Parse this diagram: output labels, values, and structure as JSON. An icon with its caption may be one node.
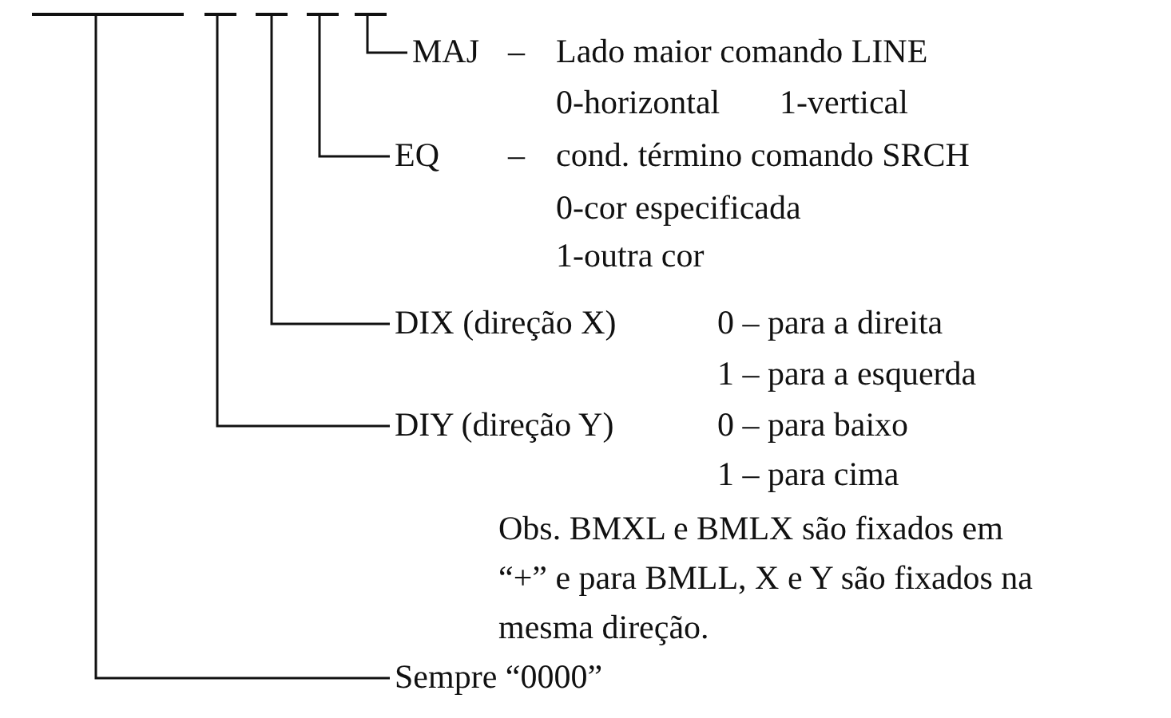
{
  "diagram": {
    "nodes": [
      {
        "text": [],
        "shape": "bar"
      },
      {
        "text": [],
        "shape": "bar"
      },
      {
        "text": [],
        "shape": "bar"
      },
      {
        "text": [],
        "shape": "bar"
      },
      {
        "text": [],
        "shape": "bar"
      },
      {
        "text": [
          "MAJ",
          "–",
          "Lado maior comando LINE",
          "0-horizontal",
          "1-vertical"
        ]
      },
      {
        "text": [
          "EQ",
          "–",
          "cond. término comando SRCH",
          "0-cor especificada",
          "1-outra cor"
        ]
      },
      {
        "text": [
          "DIX (direção X)",
          "0 – para a direita",
          "1 – para a esquerda"
        ]
      },
      {
        "text": [
          "DIY (direção Y)",
          "0 – para baixo",
          "1 – para cima"
        ]
      },
      {
        "text": [
          "Sempre “0000”"
        ]
      }
    ],
    "edges": [
      {
        "from": 4,
        "to": 5,
        "arrow": "none"
      },
      {
        "from": 3,
        "to": 6,
        "arrow": "none"
      },
      {
        "from": 2,
        "to": 7,
        "arrow": "none"
      },
      {
        "from": 1,
        "to": 8,
        "arrow": "none"
      },
      {
        "from": 0,
        "to": 9,
        "arrow": "none"
      }
    ],
    "labels": [
      "Obs. BMXL e BMLX são fixados em “+” e para BMLL, X e Y são fixados na mesma direção."
    ]
  }
}
